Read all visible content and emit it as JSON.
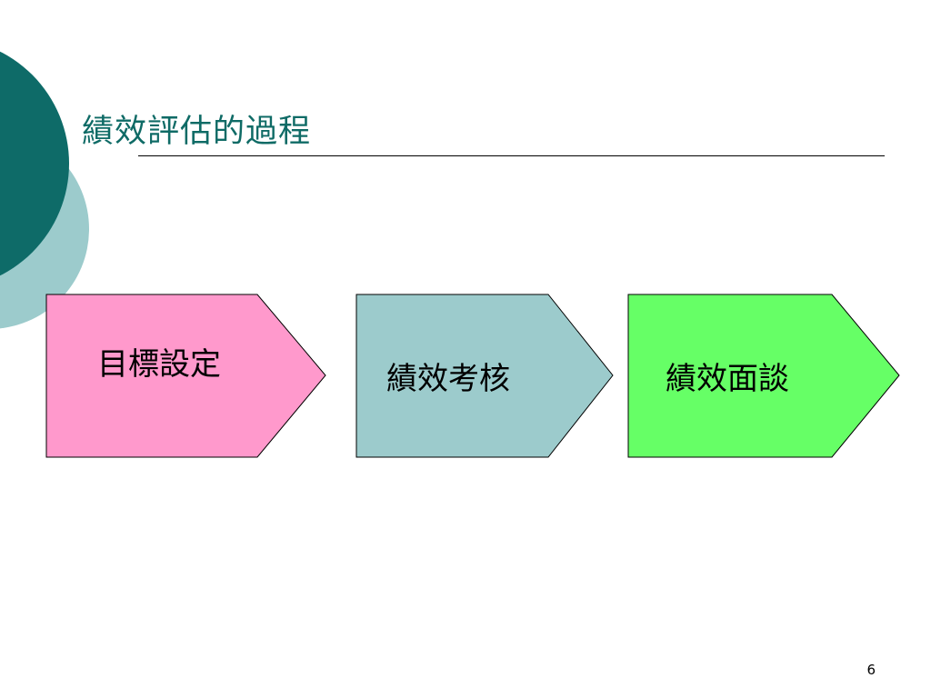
{
  "slide": {
    "title": "績效評估的過程",
    "page_number": "6"
  },
  "colors": {
    "title_text": "#0f6b66",
    "circle_dark": "#0e6b68",
    "circle_light": "#9ccbcc",
    "step_1_fill": "#ff99cc",
    "step_2_fill": "#9ccbcc",
    "step_3_fill": "#66ff66"
  },
  "process_steps": [
    {
      "label": "目標設定"
    },
    {
      "label": "績效考核"
    },
    {
      "label": "績效面談"
    }
  ]
}
